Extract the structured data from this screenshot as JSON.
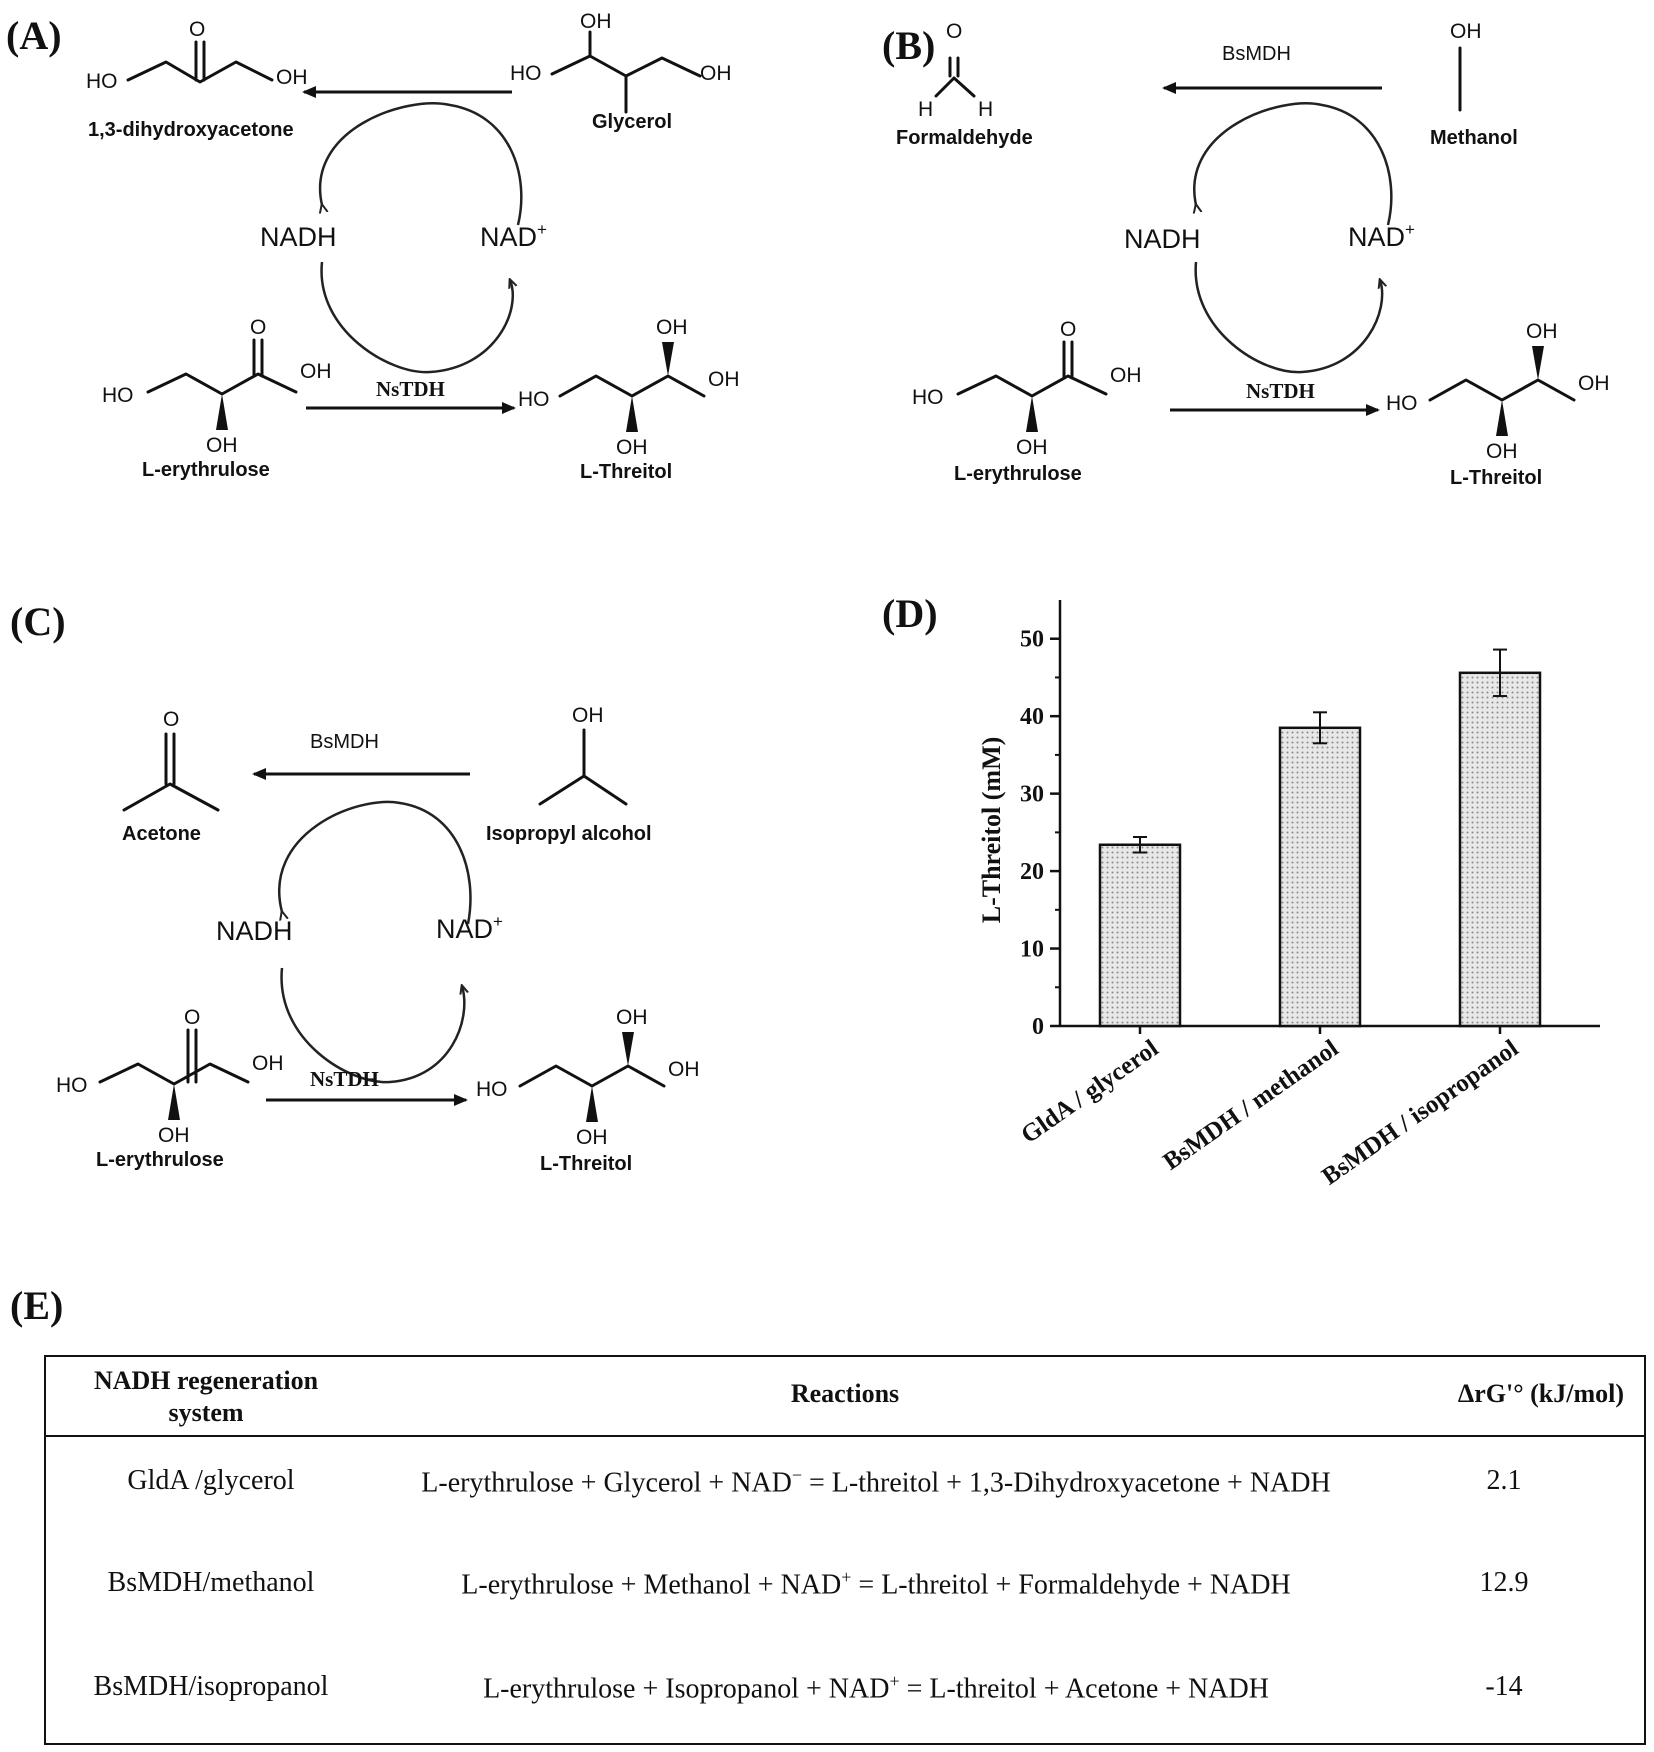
{
  "panels": {
    "a": {
      "label": "(A)",
      "top_product": "1,3-dihydroxyacetone",
      "top_substrate": "Glycerol",
      "cofactor_left": "NADH",
      "cofactor_right": "NAD",
      "enzyme_bottom": "NsTDH",
      "bottom_substrate": "L-erythrulose",
      "bottom_product": "L-Threitol"
    },
    "b": {
      "label": "(B)",
      "enzyme_top": "BsMDH",
      "top_product": "Formaldehyde",
      "top_substrate": "Methanol",
      "cofactor_left": "NADH",
      "cofactor_right": "NAD",
      "enzyme_bottom": "NsTDH",
      "bottom_substrate": "L-erythrulose",
      "bottom_product": "L-Threitol"
    },
    "c": {
      "label": "(C)",
      "enzyme_top": "BsMDH",
      "top_product": "Acetone",
      "top_substrate": "Isopropyl alcohol",
      "cofactor_left": "NADH",
      "cofactor_right": "NAD",
      "enzyme_bottom": "NsTDH",
      "bottom_substrate": "L-erythrulose",
      "bottom_product": "L-Threitol"
    },
    "d": {
      "label": "(D)"
    },
    "e": {
      "label": "(E)"
    }
  },
  "atoms": {
    "oh": "OH",
    "ho": "HO",
    "o": "O",
    "h": "H",
    "plus": "+"
  },
  "chart_data": {
    "type": "bar",
    "categories": [
      "GldA / glycerol",
      "BsMDH / methanol",
      "BsMDH / isopropanol"
    ],
    "values": [
      23.4,
      38.5,
      45.6
    ],
    "errors": [
      1.0,
      2.0,
      3.0
    ],
    "ylabel": "L-Threitol (mM)",
    "ylim": [
      0,
      55
    ],
    "yticks": [
      0,
      10,
      20,
      30,
      40,
      50
    ],
    "tick_labels": [
      "0",
      "10",
      "20",
      "30",
      "40",
      "50"
    ],
    "bar_fill": "#d8d8d8",
    "grid": false
  },
  "table": {
    "headers": {
      "system_line1": "NADH regeneration",
      "system_line2": "system",
      "reactions": "Reactions",
      "dg": "ΔrG'° (kJ/mol)"
    },
    "rows": [
      {
        "system": "GldA /glycerol",
        "left": "L-erythrulose + Glycerol + NAD",
        "charge": "−",
        "right": " = L-threitol + 1,3-Dihydroxyacetone + NADH",
        "dg": "2.1"
      },
      {
        "system": "BsMDH/methanol",
        "left": "L-erythrulose + Methanol + NAD",
        "charge": "+",
        "right": " = L-threitol + Formaldehyde + NADH",
        "dg": "12.9"
      },
      {
        "system": "BsMDH/isopropanol",
        "left": "L-erythrulose + Isopropanol + NAD",
        "charge": "+",
        "right": " = L-threitol + Acetone + NADH",
        "dg": "-14"
      }
    ]
  }
}
